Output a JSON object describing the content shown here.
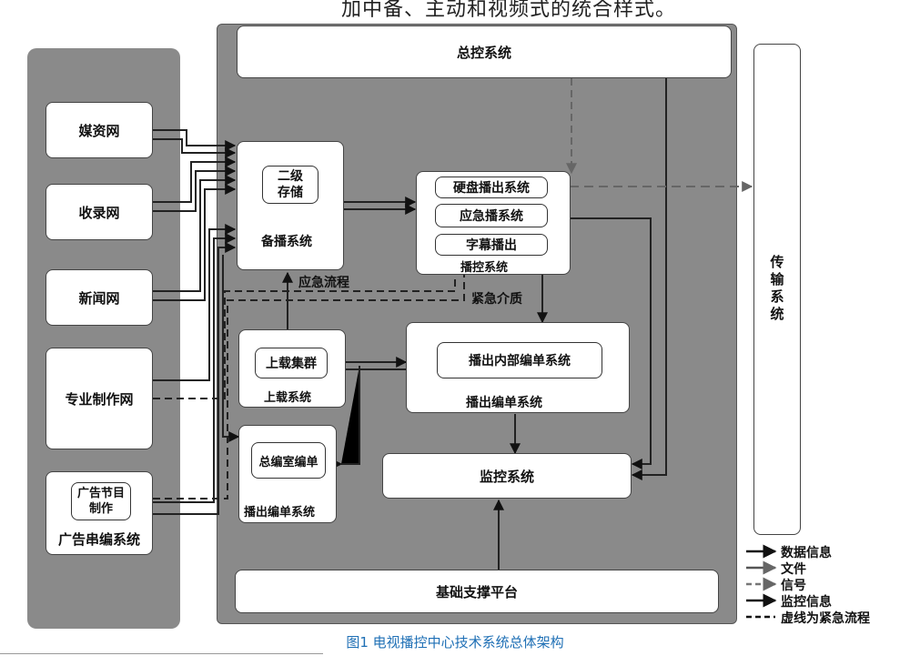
{
  "top_text": "加中备、主动和视频式的统合样式。",
  "boxes": {
    "media_net": "媒资网",
    "record_net": "收录网",
    "news_net": "新闻网",
    "prod_net": "专业制作网",
    "ad_production": "广告节目制作",
    "ad_series": "广告串编系统",
    "master_control": "总控系统",
    "transmission": "传输系统",
    "secondary_storage": "二级存储",
    "backup_play": "备播系统",
    "disk_play": "硬盘播出系统",
    "emergency_play": "应急播系统",
    "subtitle_play": "字幕播出",
    "play_control": "播控系统",
    "emergency_flow": "应急流程",
    "emergency_media": "紧急介质",
    "upload_cluster": "上载集群",
    "upload_system": "上载系统",
    "inner_edit": "播出内部编单系统",
    "play_edit": "播出编单系统",
    "head_edit": "总编室编单",
    "play_edit_sys": "播出编单系统",
    "monitor": "监控系统",
    "support_platform": "基础支撑平台"
  },
  "legend": [
    {
      "label": "数据信息",
      "color": "#111111",
      "dashed": false
    },
    {
      "label": "文件",
      "color": "#555555",
      "dashed": false
    },
    {
      "label": "信号",
      "color": "#777777",
      "dashed": true
    },
    {
      "label": "监控信息",
      "color": "#111111",
      "dashed": false
    },
    {
      "label": "虚线为紧急流程",
      "color": "#111111",
      "dashed": true
    }
  ],
  "caption": "图1 电视播控中心技术系统总体架构"
}
